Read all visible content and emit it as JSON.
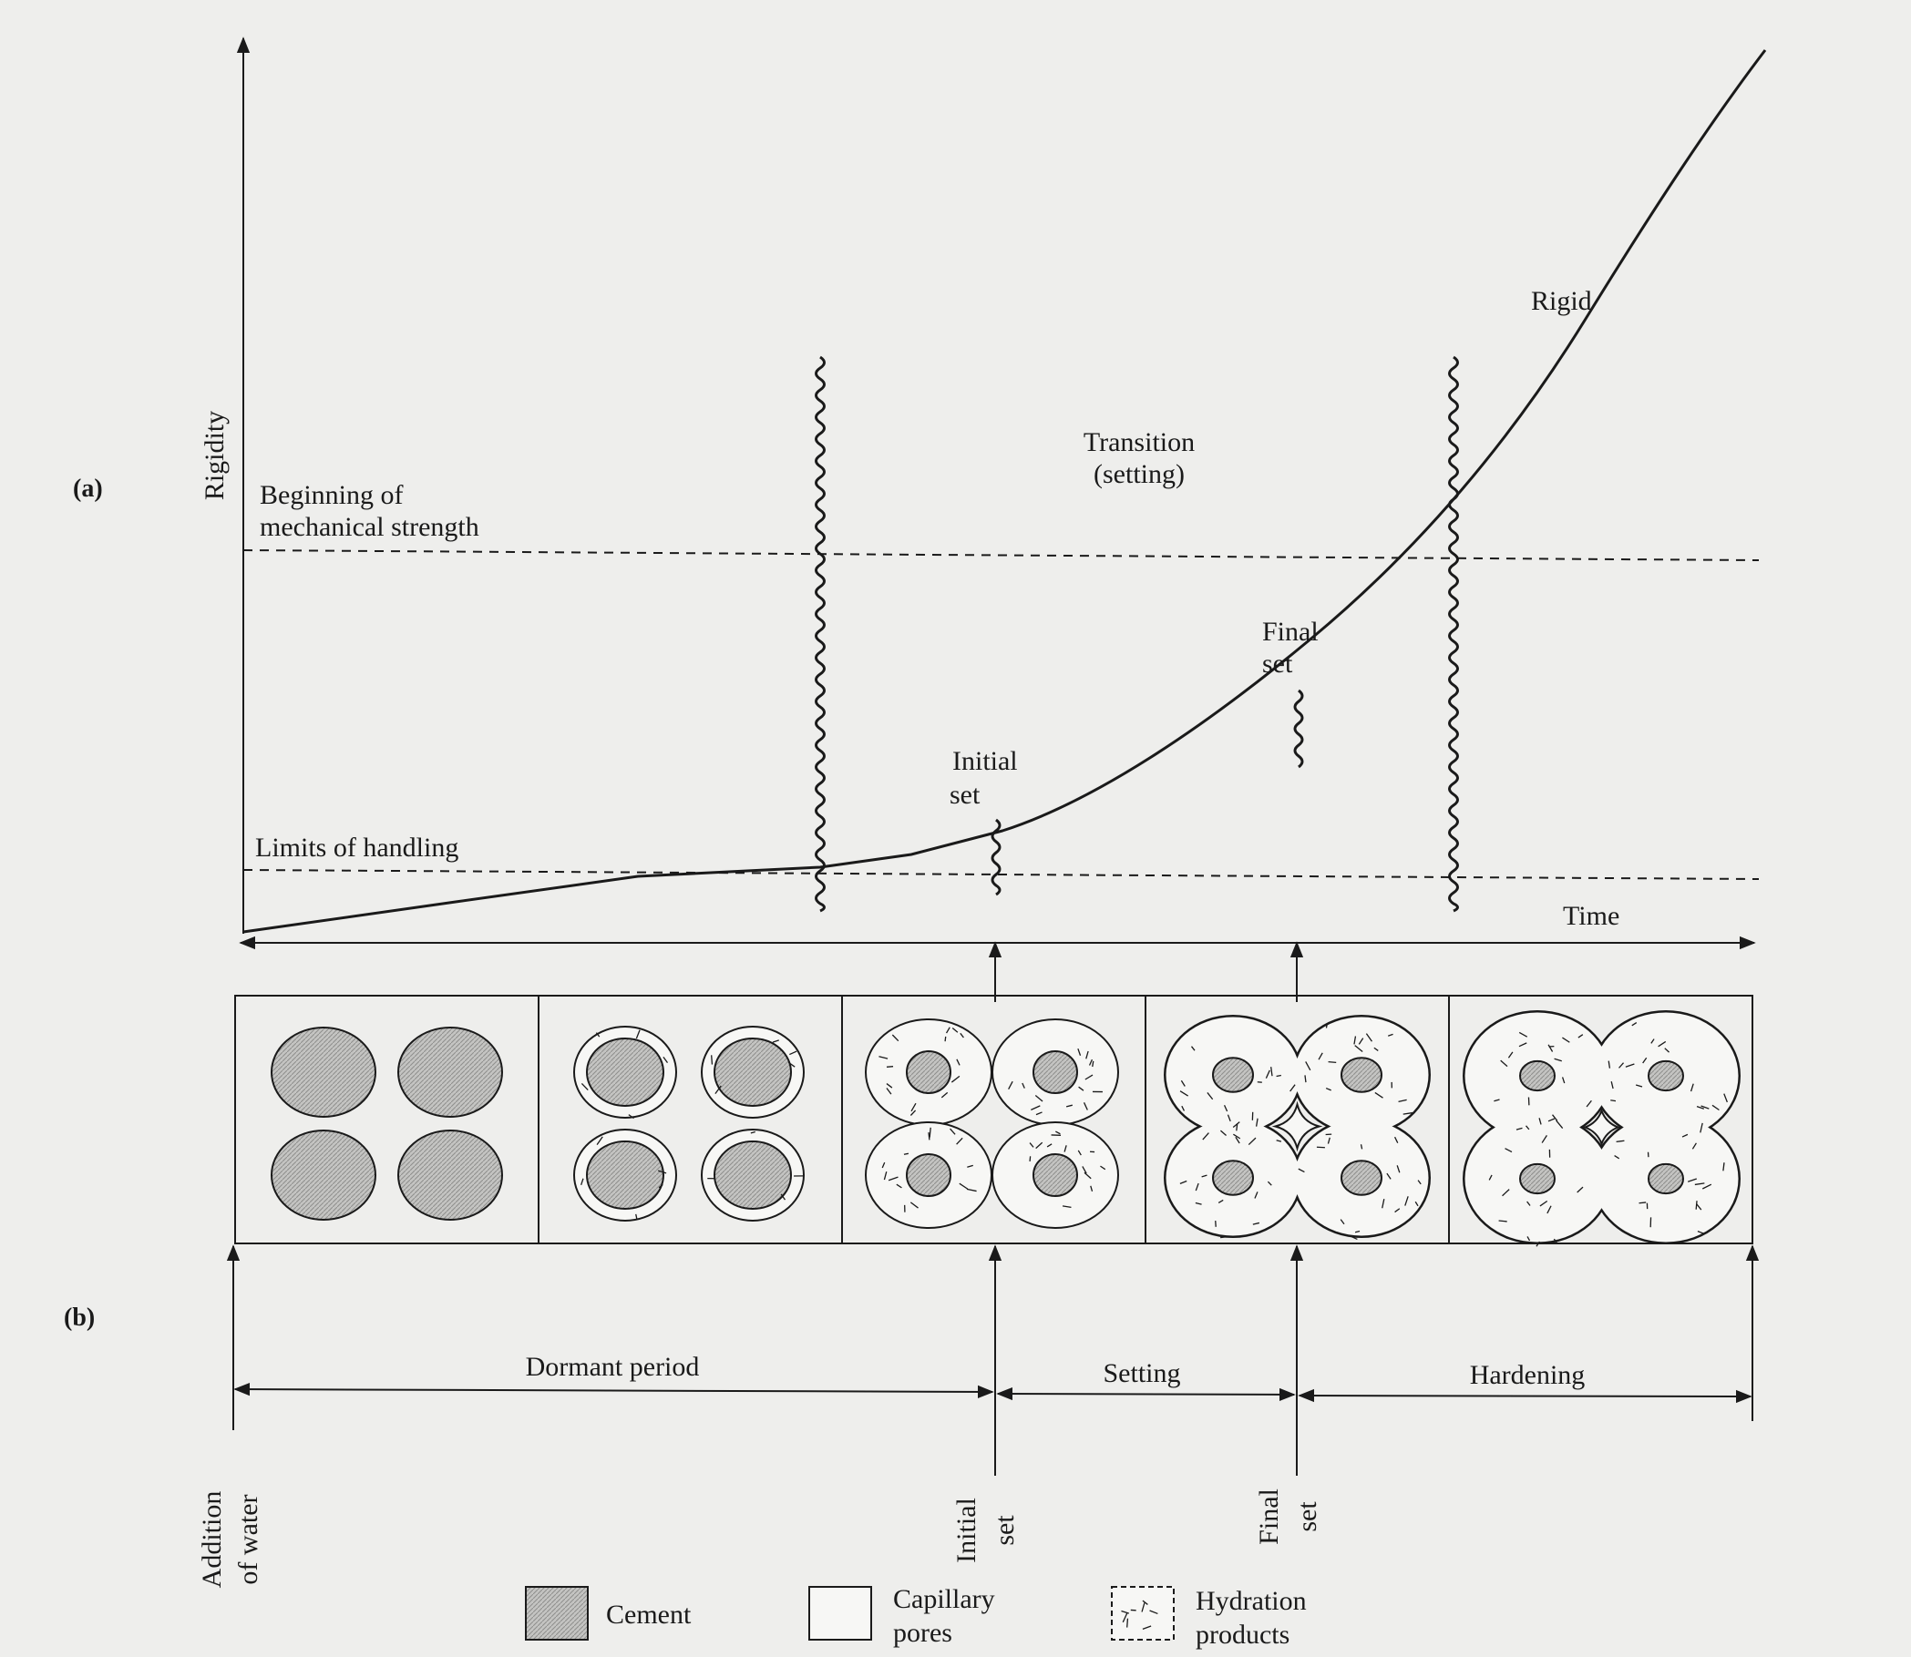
{
  "part_a": {
    "marker": "(a)",
    "y_axis_label": "Rigidity",
    "x_axis_label": "Time",
    "beginning_strength": [
      "Beginning of",
      "mechanical strength"
    ],
    "limits_handling": "Limits of handling",
    "transition": [
      "Transition",
      "(setting)"
    ],
    "rigid": "Rigid",
    "initial_set": [
      "Initial",
      "set"
    ],
    "final_set": [
      "Final",
      "set"
    ]
  },
  "part_b": {
    "marker": "(b)",
    "dormant": "Dormant period",
    "setting": "Setting",
    "hardening": "Hardening",
    "addition_water": [
      "Addition",
      "of water"
    ],
    "initial_set": [
      "Initial",
      "set"
    ],
    "final_set": [
      "Final",
      "set"
    ]
  },
  "legend": {
    "cement": "Cement",
    "capillary": [
      "Capillary",
      "pores"
    ],
    "hydration": [
      "Hydration",
      "products"
    ]
  },
  "colors": {
    "ink": "#1a1a1a",
    "cement_fill": "#bdbdbb",
    "background": "#eeeeec"
  }
}
